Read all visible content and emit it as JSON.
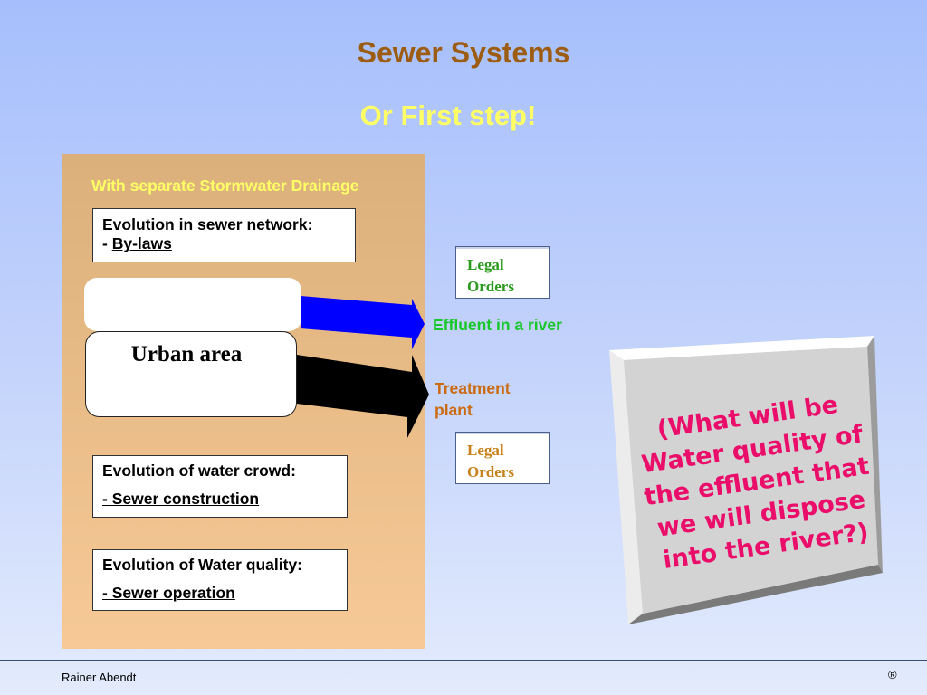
{
  "slide": {
    "title": "Sewer Systems",
    "subtitle": "Or First step!"
  },
  "panel": {
    "heading": "With separate Stormwater Drainage",
    "network_box": {
      "line1": "Evolution in sewer network:",
      "prefix": "- ",
      "link": "By-laws"
    },
    "urban_label": "Urban area",
    "crowd_box": {
      "line1": "Evolution of water crowd:",
      "line2": "- Sewer construction"
    },
    "quality_box": {
      "line1": "Evolution of  Water quality:",
      "line2": "- Sewer operation"
    }
  },
  "flows": {
    "legal_top": {
      "line1": "Legal",
      "line2": "Orders"
    },
    "effluent_label": "Effluent in a river",
    "treatment_label": {
      "line1": "Treatment",
      "line2": "plant"
    },
    "legal_bottom": {
      "line1": "Legal",
      "line2": "Orders"
    }
  },
  "callout": {
    "text": "(What will be Water quality of the effluent that we will dispose into the river?)"
  },
  "footer": {
    "author": "Rainer Abendt",
    "mark": "®"
  },
  "colors": {
    "title": "#9c5c12",
    "subtitle": "#ffff66",
    "effluent_arrow": "#0000ff",
    "treatment_arrow": "#000000",
    "effluent_text": "#18c828",
    "treatment_text": "#cc6a10",
    "callout_text": "#ea0d6a"
  }
}
